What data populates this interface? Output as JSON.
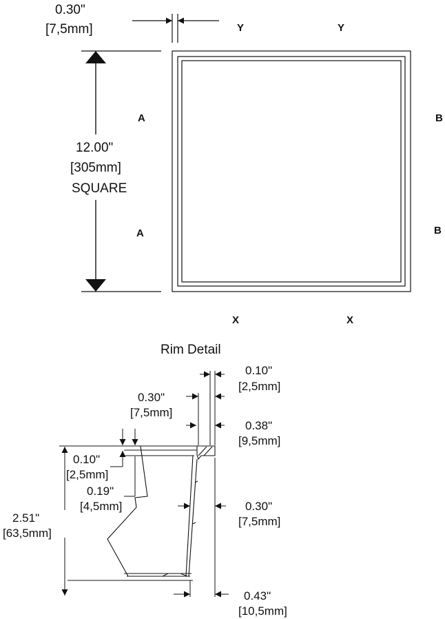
{
  "top_view": {
    "rim_width_in": "0.30\"",
    "rim_width_mm": "[7,5mm]",
    "size_in": "12.00\"",
    "size_mm": "[305mm]",
    "size_shape": "SQUARE",
    "section_letters": {
      "y_left": "Y",
      "y_right": "Y",
      "a_top": "A",
      "a_bottom": "A",
      "b_top": "B",
      "b_bottom": "B",
      "x_left": "X",
      "x_right": "X"
    }
  },
  "rim_detail": {
    "title": "Rim Detail",
    "dims": {
      "d010_top_in": "0.10\"",
      "d010_top_mm": "[2,5mm]",
      "d030_top_in": "0.30\"",
      "d030_top_mm": "[7,5mm]",
      "d038_in": "0.38\"",
      "d038_mm": "[9,5mm]",
      "d010_left_in": "0.10\"",
      "d010_left_mm": "[2,5mm]",
      "d019_in": "0.19\"",
      "d019_mm": "[4,5mm]",
      "d251_in": "2.51\"",
      "d251_mm": "[63,5mm]",
      "d030_right_in": "0.30\"",
      "d030_right_mm": "[7,5mm]",
      "d043_in": "0.43\"",
      "d043_mm": "[10,5mm]"
    }
  }
}
